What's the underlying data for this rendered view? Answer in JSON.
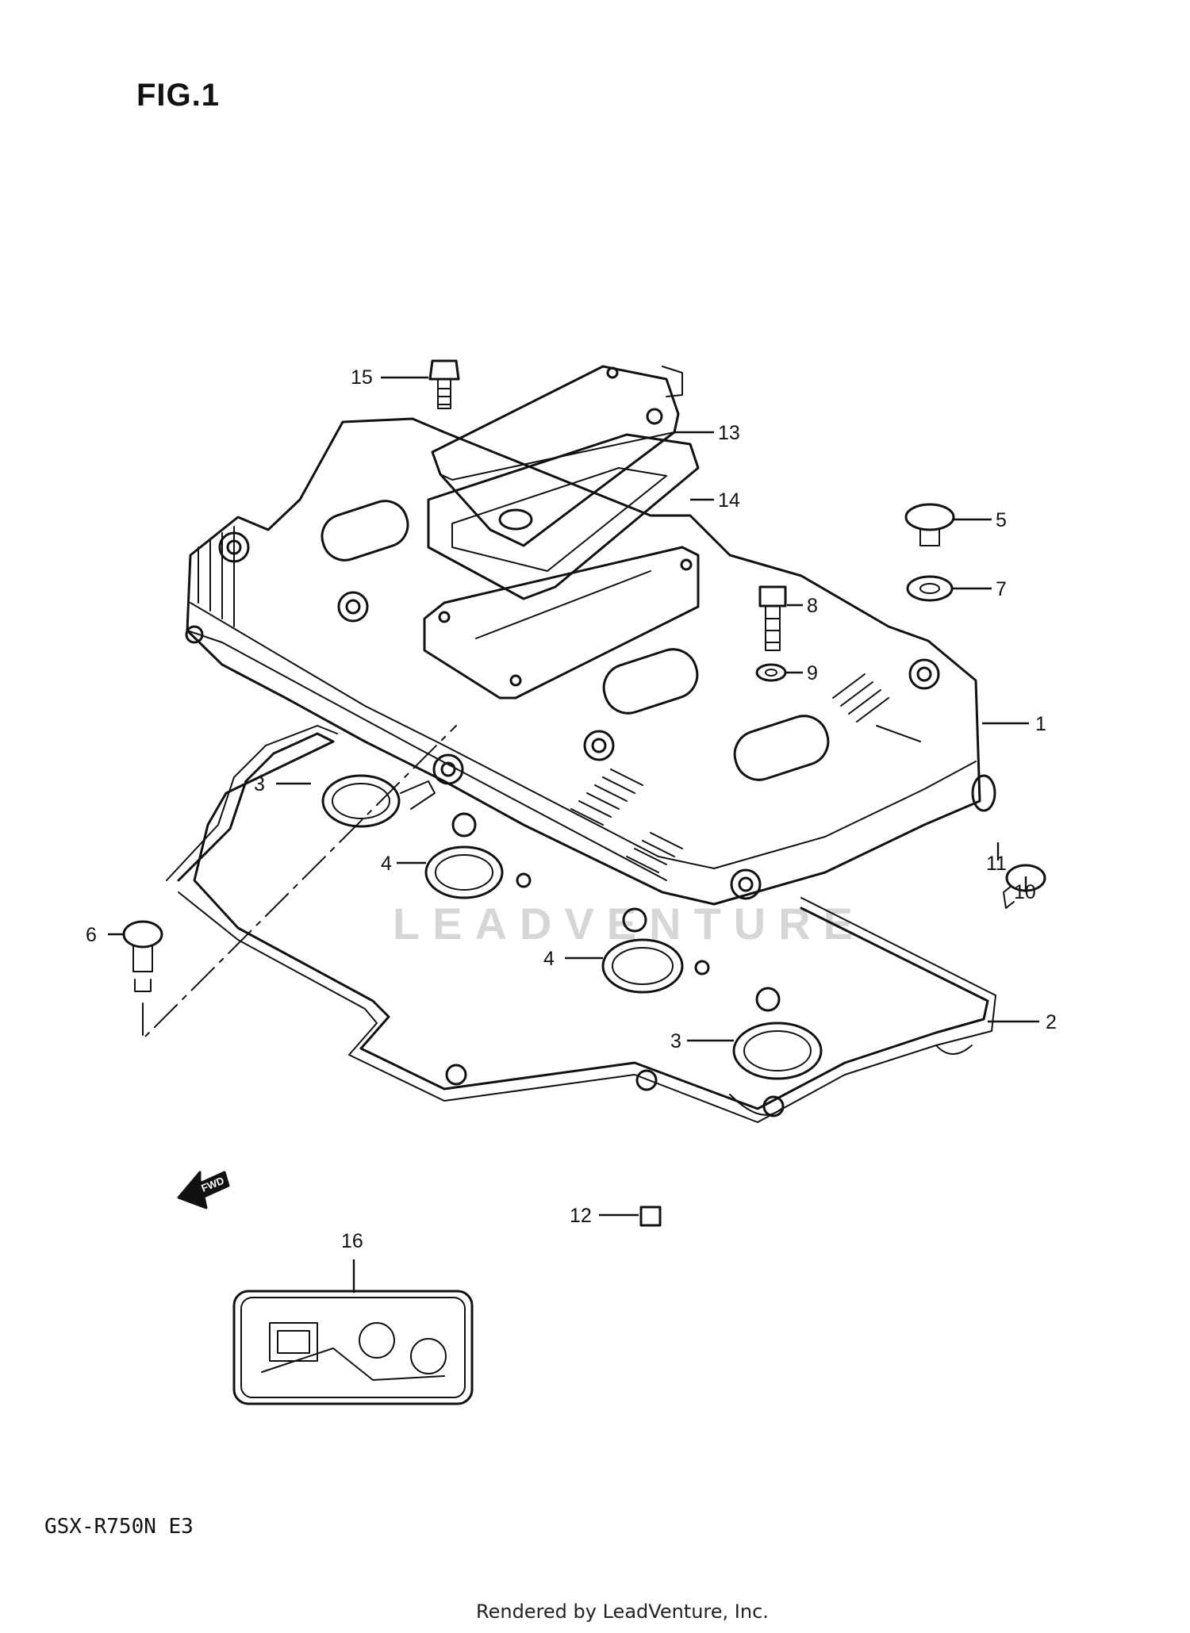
{
  "figure": {
    "title": "FIG.1"
  },
  "model": "GSX-R750N E3",
  "footer": "Rendered by LeadVenture, Inc.",
  "watermark": "LEADVENTURE",
  "forward_marker": {
    "icon": "fwd-arrow-icon",
    "label": "FWD"
  },
  "callouts": [
    {
      "id": "15",
      "label": "15"
    },
    {
      "id": "13",
      "label": "13"
    },
    {
      "id": "14",
      "label": "14"
    },
    {
      "id": "5",
      "label": "5"
    },
    {
      "id": "7",
      "label": "7"
    },
    {
      "id": "8",
      "label": "8"
    },
    {
      "id": "9",
      "label": "9"
    },
    {
      "id": "1",
      "label": "1"
    },
    {
      "id": "3a",
      "label": "3"
    },
    {
      "id": "11",
      "label": "11"
    },
    {
      "id": "10",
      "label": "10"
    },
    {
      "id": "4a",
      "label": "4"
    },
    {
      "id": "6",
      "label": "6"
    },
    {
      "id": "4b",
      "label": "4"
    },
    {
      "id": "2",
      "label": "2"
    },
    {
      "id": "3b",
      "label": "3"
    },
    {
      "id": "12",
      "label": "12"
    },
    {
      "id": "16",
      "label": "16"
    }
  ],
  "colors": {
    "ink": "#111111",
    "watermark": "#d6d6d6",
    "background": "#ffffff"
  }
}
